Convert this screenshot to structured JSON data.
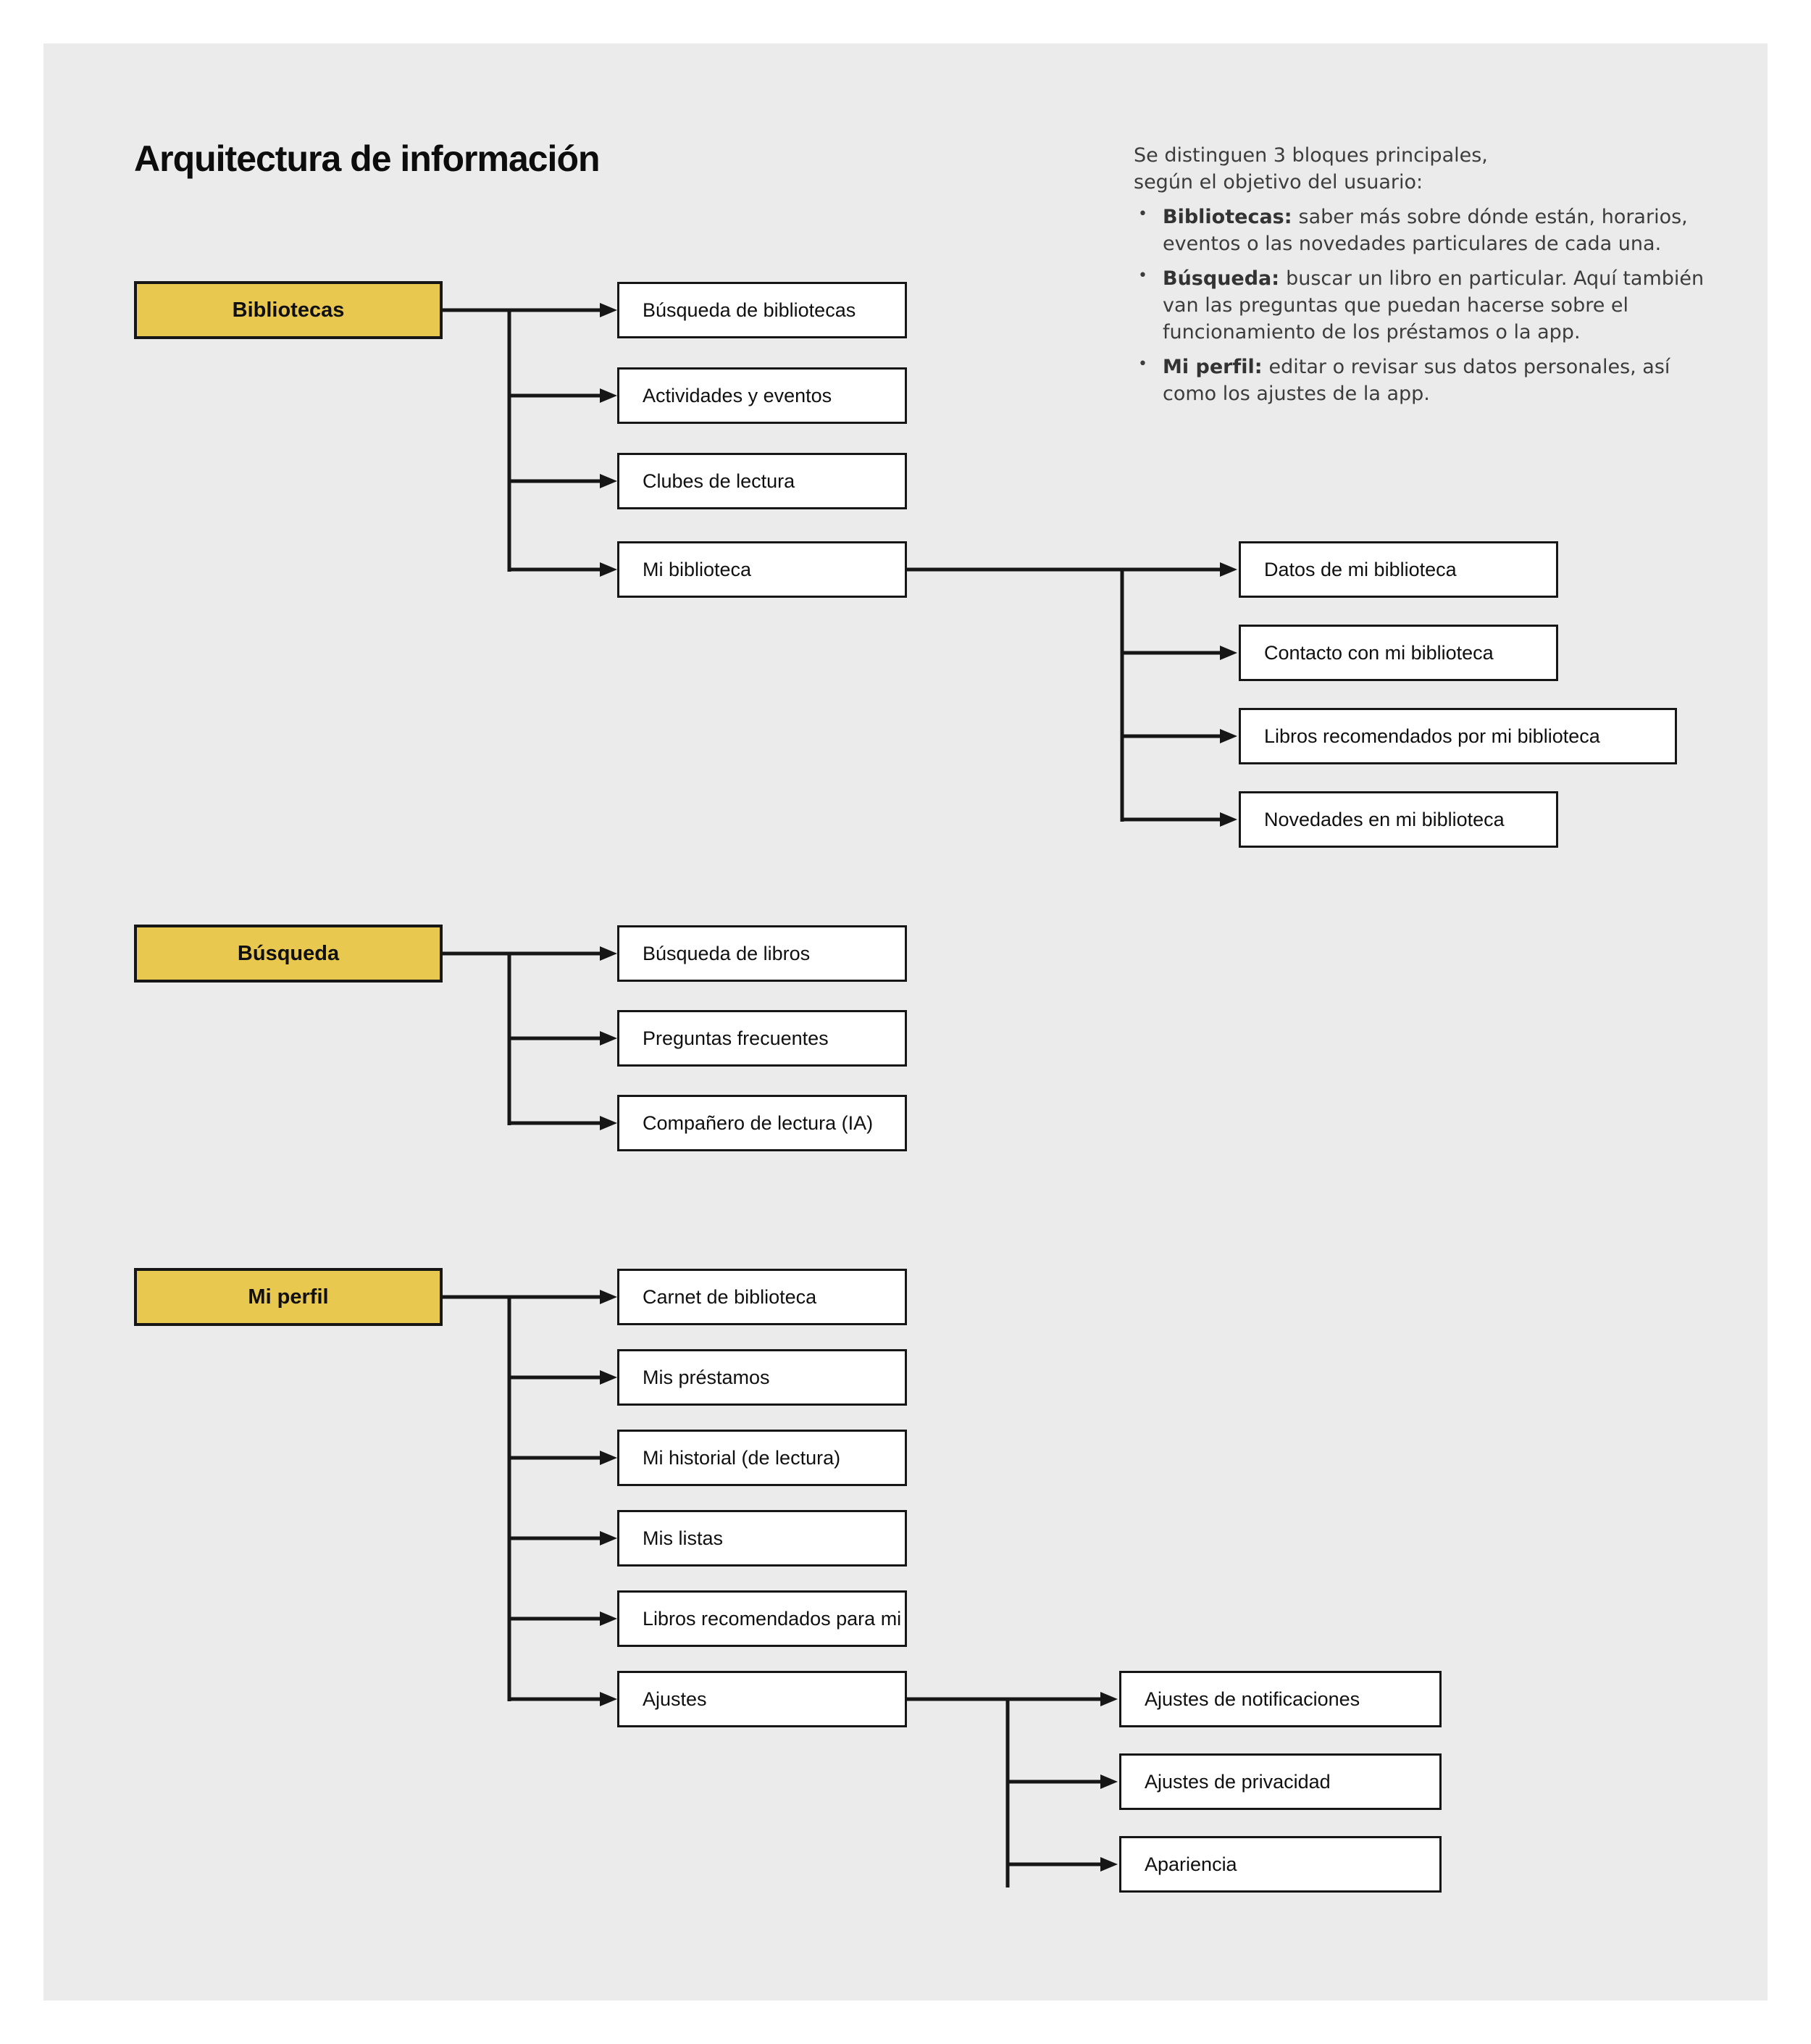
{
  "title": "Arquitectura de información",
  "colors": {
    "node_yellow": "#e9c84f",
    "panel_bg": "#ebebeb",
    "line": "#161616"
  },
  "annotation": {
    "bullet_char": "•",
    "intro1": "Se distinguen 3 bloques principales,",
    "intro2": "según el objetivo del usuario:",
    "bullets": [
      {
        "lead": "Bibliotecas:",
        "text": "saber más sobre dónde están, horarios, eventos o las novedades particulares de cada una."
      },
      {
        "lead": "Búsqueda:",
        "text": "buscar un libro en particular. Aquí también van las preguntas que puedan hacerse sobre el funcionamiento de los préstamos o la app."
      },
      {
        "lead": "Mi perfil:",
        "text": "editar o revisar sus datos personales, así como los ajustes de la app."
      }
    ]
  },
  "tree": {
    "blocks": [
      {
        "label": "Bibliotecas",
        "children": [
          {
            "label": "Búsqueda de bibliotecas"
          },
          {
            "label": "Actividades y eventos"
          },
          {
            "label": "Clubes de lectura"
          },
          {
            "label": "Mi biblioteca",
            "children": [
              {
                "label": "Datos de mi biblioteca"
              },
              {
                "label": "Contacto con mi biblioteca"
              },
              {
                "label": "Libros recomendados por mi biblioteca"
              },
              {
                "label": "Novedades en mi biblioteca"
              }
            ]
          }
        ]
      },
      {
        "label": "Búsqueda",
        "children": [
          {
            "label": "Búsqueda de libros"
          },
          {
            "label": "Preguntas frecuentes"
          },
          {
            "label": "Compañero de lectura (IA)"
          }
        ]
      },
      {
        "label": "Mi perfil",
        "children": [
          {
            "label": "Carnet de biblioteca"
          },
          {
            "label": "Mis préstamos"
          },
          {
            "label": "Mi historial (de lectura)"
          },
          {
            "label": "Mis listas"
          },
          {
            "label": "Libros recomendados para mi"
          },
          {
            "label": "Ajustes",
            "children": [
              {
                "label": "Ajustes de notificaciones"
              },
              {
                "label": "Ajustes de privacidad"
              },
              {
                "label": "Apariencia"
              }
            ]
          }
        ]
      }
    ]
  }
}
